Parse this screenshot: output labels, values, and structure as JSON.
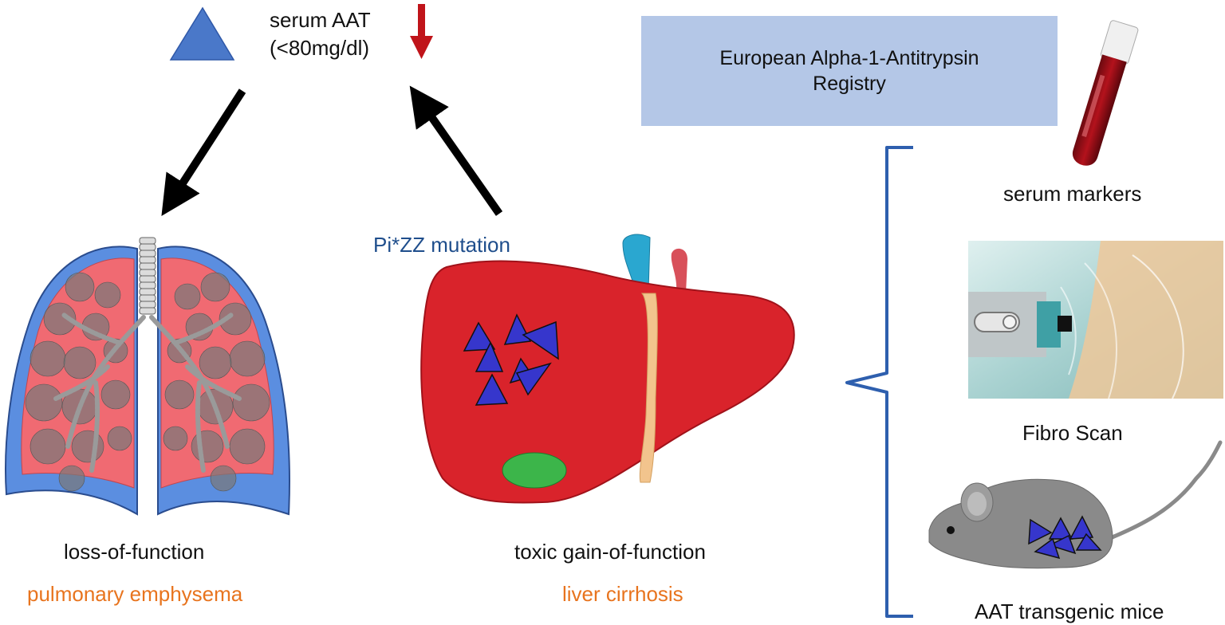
{
  "serum": {
    "title": "serum AAT",
    "threshold": "(<80mg/dl)"
  },
  "registry": {
    "line1": "European Alpha-1-Antitrypsin",
    "line2": "Registry"
  },
  "lung": {
    "mechanism": "loss-of-function",
    "disease": "pulmonary emphysema"
  },
  "liver": {
    "mutation": "Pi*ZZ mutation",
    "mechanism": "toxic gain-of-function",
    "disease": "liver cirrhosis"
  },
  "methods": {
    "serum_markers": "serum markers",
    "fibroscan": "Fibro Scan",
    "mice": "AAT transgenic mice"
  },
  "colors": {
    "aat_triangle": "#3f3fcf",
    "down_arrow": "#c0141a",
    "bracket": "#2e5fae",
    "orange_label": "#e8741e"
  }
}
